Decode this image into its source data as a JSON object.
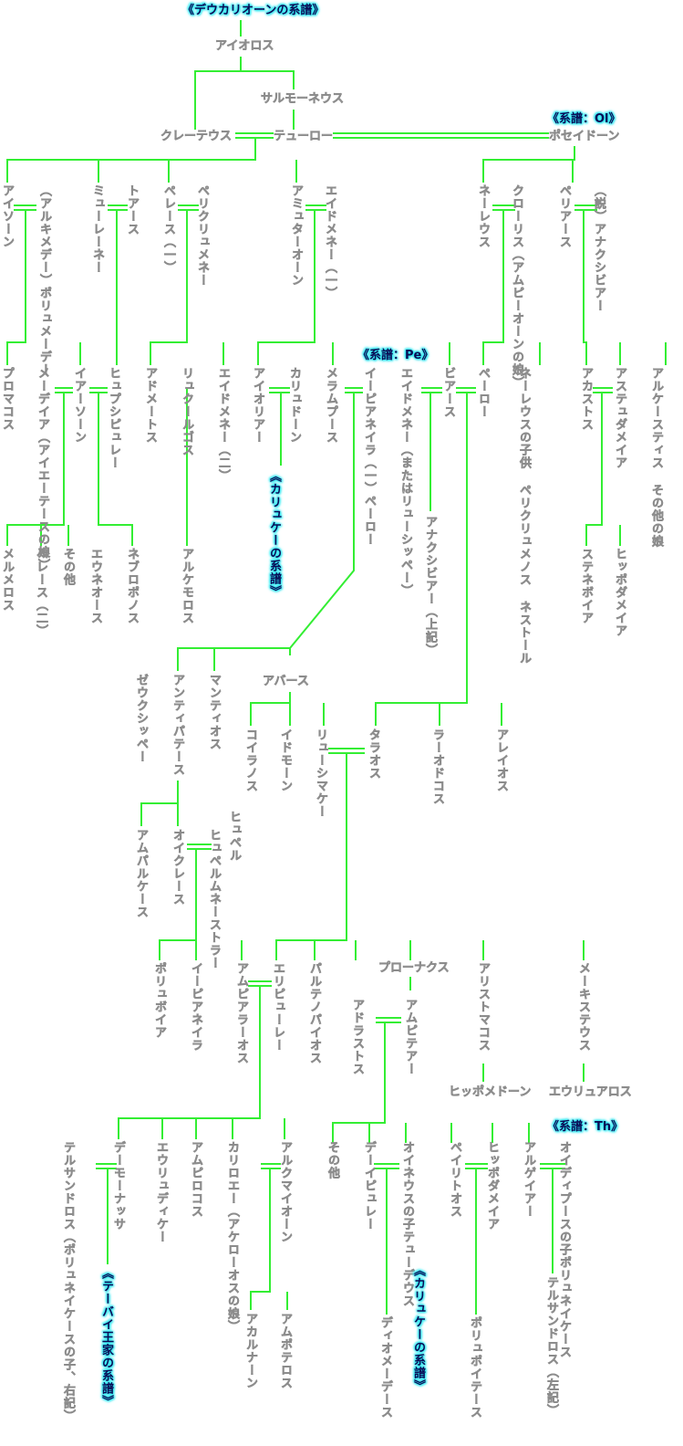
{
  "title": "《デウカリオーンの系譜》",
  "tags": {
    "ol": "《系譜：Ol》",
    "pe": "《系譜：Pe》",
    "th": "《系譜：Th》",
    "kalyke": "《カリュケーの系譜》",
    "thebes": "《テーバイ王家の系譜》"
  },
  "top": {
    "aiolos": "アイオロス",
    "salmoneus": "サルモーネウス",
    "kretheus": "クレーテウス",
    "tyro": "テューロー",
    "poseidon": "ポセイドーン"
  },
  "g2": {
    "aison": "アイソーン",
    "alkimede": "（アルキメデー）ポリュメーデー",
    "eidomene_a": "ミューレーネー",
    "amythaon": "トアース",
    "pheres": "ペレース（一）",
    "periklymene": "ペリクリュメネー",
    "amythaon_b": "アミュターオーン",
    "eidomene": "エイドメネー（一）",
    "neleus": "ネーレウス",
    "chloris": "クローリス（アムピーオーンの娘）",
    "pelias": "ペリアース",
    "anaxibia": "（説）アナクシビアー"
  },
  "g3": {
    "promachos": "プロマコス",
    "medeia": "メーデイア（アイエーテースの娘）",
    "iason": "イアーソーン",
    "hypsipyle": "ヒュプシピュレー",
    "admetos": "アドメートス",
    "lykourgos": "リュクールゴス",
    "eidomene_c": "エイドメネー（二）",
    "aiolia": "アイオリアー",
    "kalydon": "カリュドーン",
    "melampous": "メラムプース",
    "iphianeira": "イーピアネイラ（一）ペーロー",
    "eidomene_d": "エイドメネー（またはリューシッペー）",
    "bias": "ビアース",
    "pero": "ペーロー",
    "periklymenos": "ネーレウスの子供 ペリクリュメノス ネストール",
    "akastos": "アカストス",
    "astrodia": "アステュダメイア",
    "alkestis": "アルケースティス その他の娘",
    "anaxibia_b": "アナクシビアー（上記）"
  },
  "g4": {
    "thersandros": "メルメロス",
    "pheres_b": "ペレース（二）",
    "others": "その他",
    "euneos": "エウネオース",
    "nebrophonos": "ネブロポノス",
    "archemoros": "アルケモロス",
    "sthenoboia": "ステネボイア",
    "hippothoe": "ヒッポダメイア"
  },
  "g5": {
    "theoklymenos": "ゼウクシッペー",
    "antiphates": "アンティパテース",
    "mantios": "マンティオス",
    "abas": "アバース",
    "koiranos": "コイラノス",
    "idmon": "イドモーン",
    "lysimache": "リューシマケー",
    "talaos": "タラオス",
    "laodokos": "ラーオドコス",
    "areios": "アレイオス"
  },
  "g6": {
    "amphalkes": "アムパルケース",
    "oikles": "オイクレース",
    "hypermnestra": "ヒュペルムネーストラー",
    "hyperes": "ヒュペル"
  },
  "g7": {
    "polyboia": "ポリュボイア",
    "iphianeira_b": "イーピアネイラ",
    "amphiaraos": "アムピアラーオス",
    "eriphyle": "エリピューレー",
    "parthenopaios": "パルテノパイオス",
    "pronax": "プローナクス",
    "adrastos": "アドラストス",
    "amphithea": "アムピテアー",
    "aristomachos": "アリストマコス",
    "mekisteus": "メーキステウス",
    "hippomedon": "ヒッポメドーン",
    "euryalos": "エウリュアロス"
  },
  "g8": {
    "thersandros": "テルサンドロス（ポリュネイケースの子、右記）",
    "demonassa": "デーモーナッサ",
    "eurydike": "エウリュディケー",
    "amphilochos": "アムピロコス",
    "kallirrhoe": "カリロエー（アケローオスの娘）",
    "alkmaion": "アルクマイオーン",
    "others": "その他",
    "deipyle": "デーイピュレー",
    "tydeus": "オイネウスの子テューデウス",
    "aigialeia": "ペイリトオス",
    "hippodameia": "ヒッポダメイア",
    "argeia": "アルゲイアー",
    "polyneikes": "オイディプースの子ポリュネイケース"
  },
  "g9": {
    "akarnan": "アカルナーン",
    "amphoteros": "アムポテロス",
    "diomedes": "ディオメーデース",
    "polypoites": "ポリュポイテース",
    "thersandros": "テルサンドロス（左記）"
  }
}
